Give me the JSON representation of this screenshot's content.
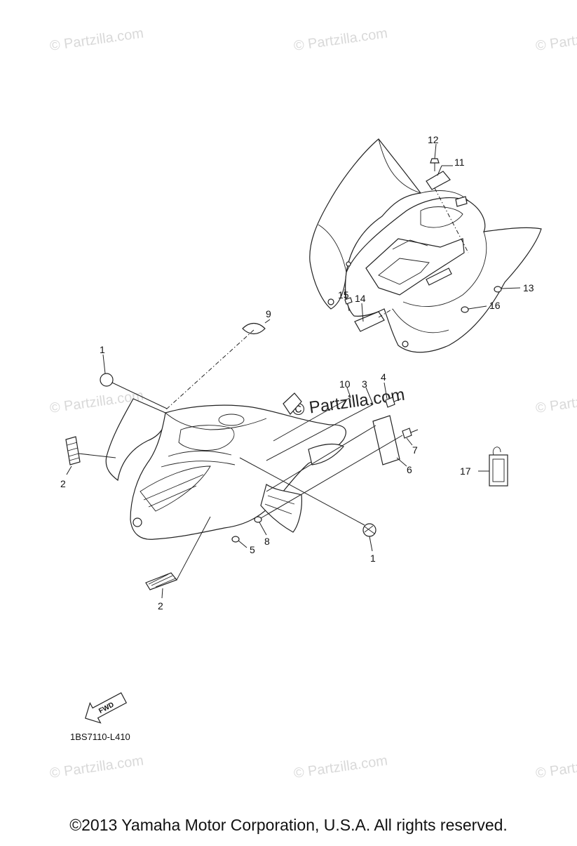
{
  "diagram": {
    "drawing_code": "1BS7110-L410",
    "fwd_label": "FWD",
    "copyright": "©2013  Yamaha Motor Corporation, U.S.A. All rights reserved.",
    "watermark": "© Partzilla.com",
    "callouts": [
      {
        "id": "c1a",
        "text": "1"
      },
      {
        "id": "c1b",
        "text": "1"
      },
      {
        "id": "c2a",
        "text": "2"
      },
      {
        "id": "c2b",
        "text": "2"
      },
      {
        "id": "c3",
        "text": "3"
      },
      {
        "id": "c4",
        "text": "4"
      },
      {
        "id": "c5",
        "text": "5"
      },
      {
        "id": "c6",
        "text": "6"
      },
      {
        "id": "c7",
        "text": "7"
      },
      {
        "id": "c8",
        "text": "8"
      },
      {
        "id": "c9",
        "text": "9"
      },
      {
        "id": "c10",
        "text": "10"
      },
      {
        "id": "c11",
        "text": "11"
      },
      {
        "id": "c12",
        "text": "12"
      },
      {
        "id": "c13",
        "text": "13"
      },
      {
        "id": "c14",
        "text": "14"
      },
      {
        "id": "c15",
        "text": "15"
      },
      {
        "id": "c16",
        "text": "16"
      },
      {
        "id": "c17",
        "text": "17"
      }
    ]
  }
}
